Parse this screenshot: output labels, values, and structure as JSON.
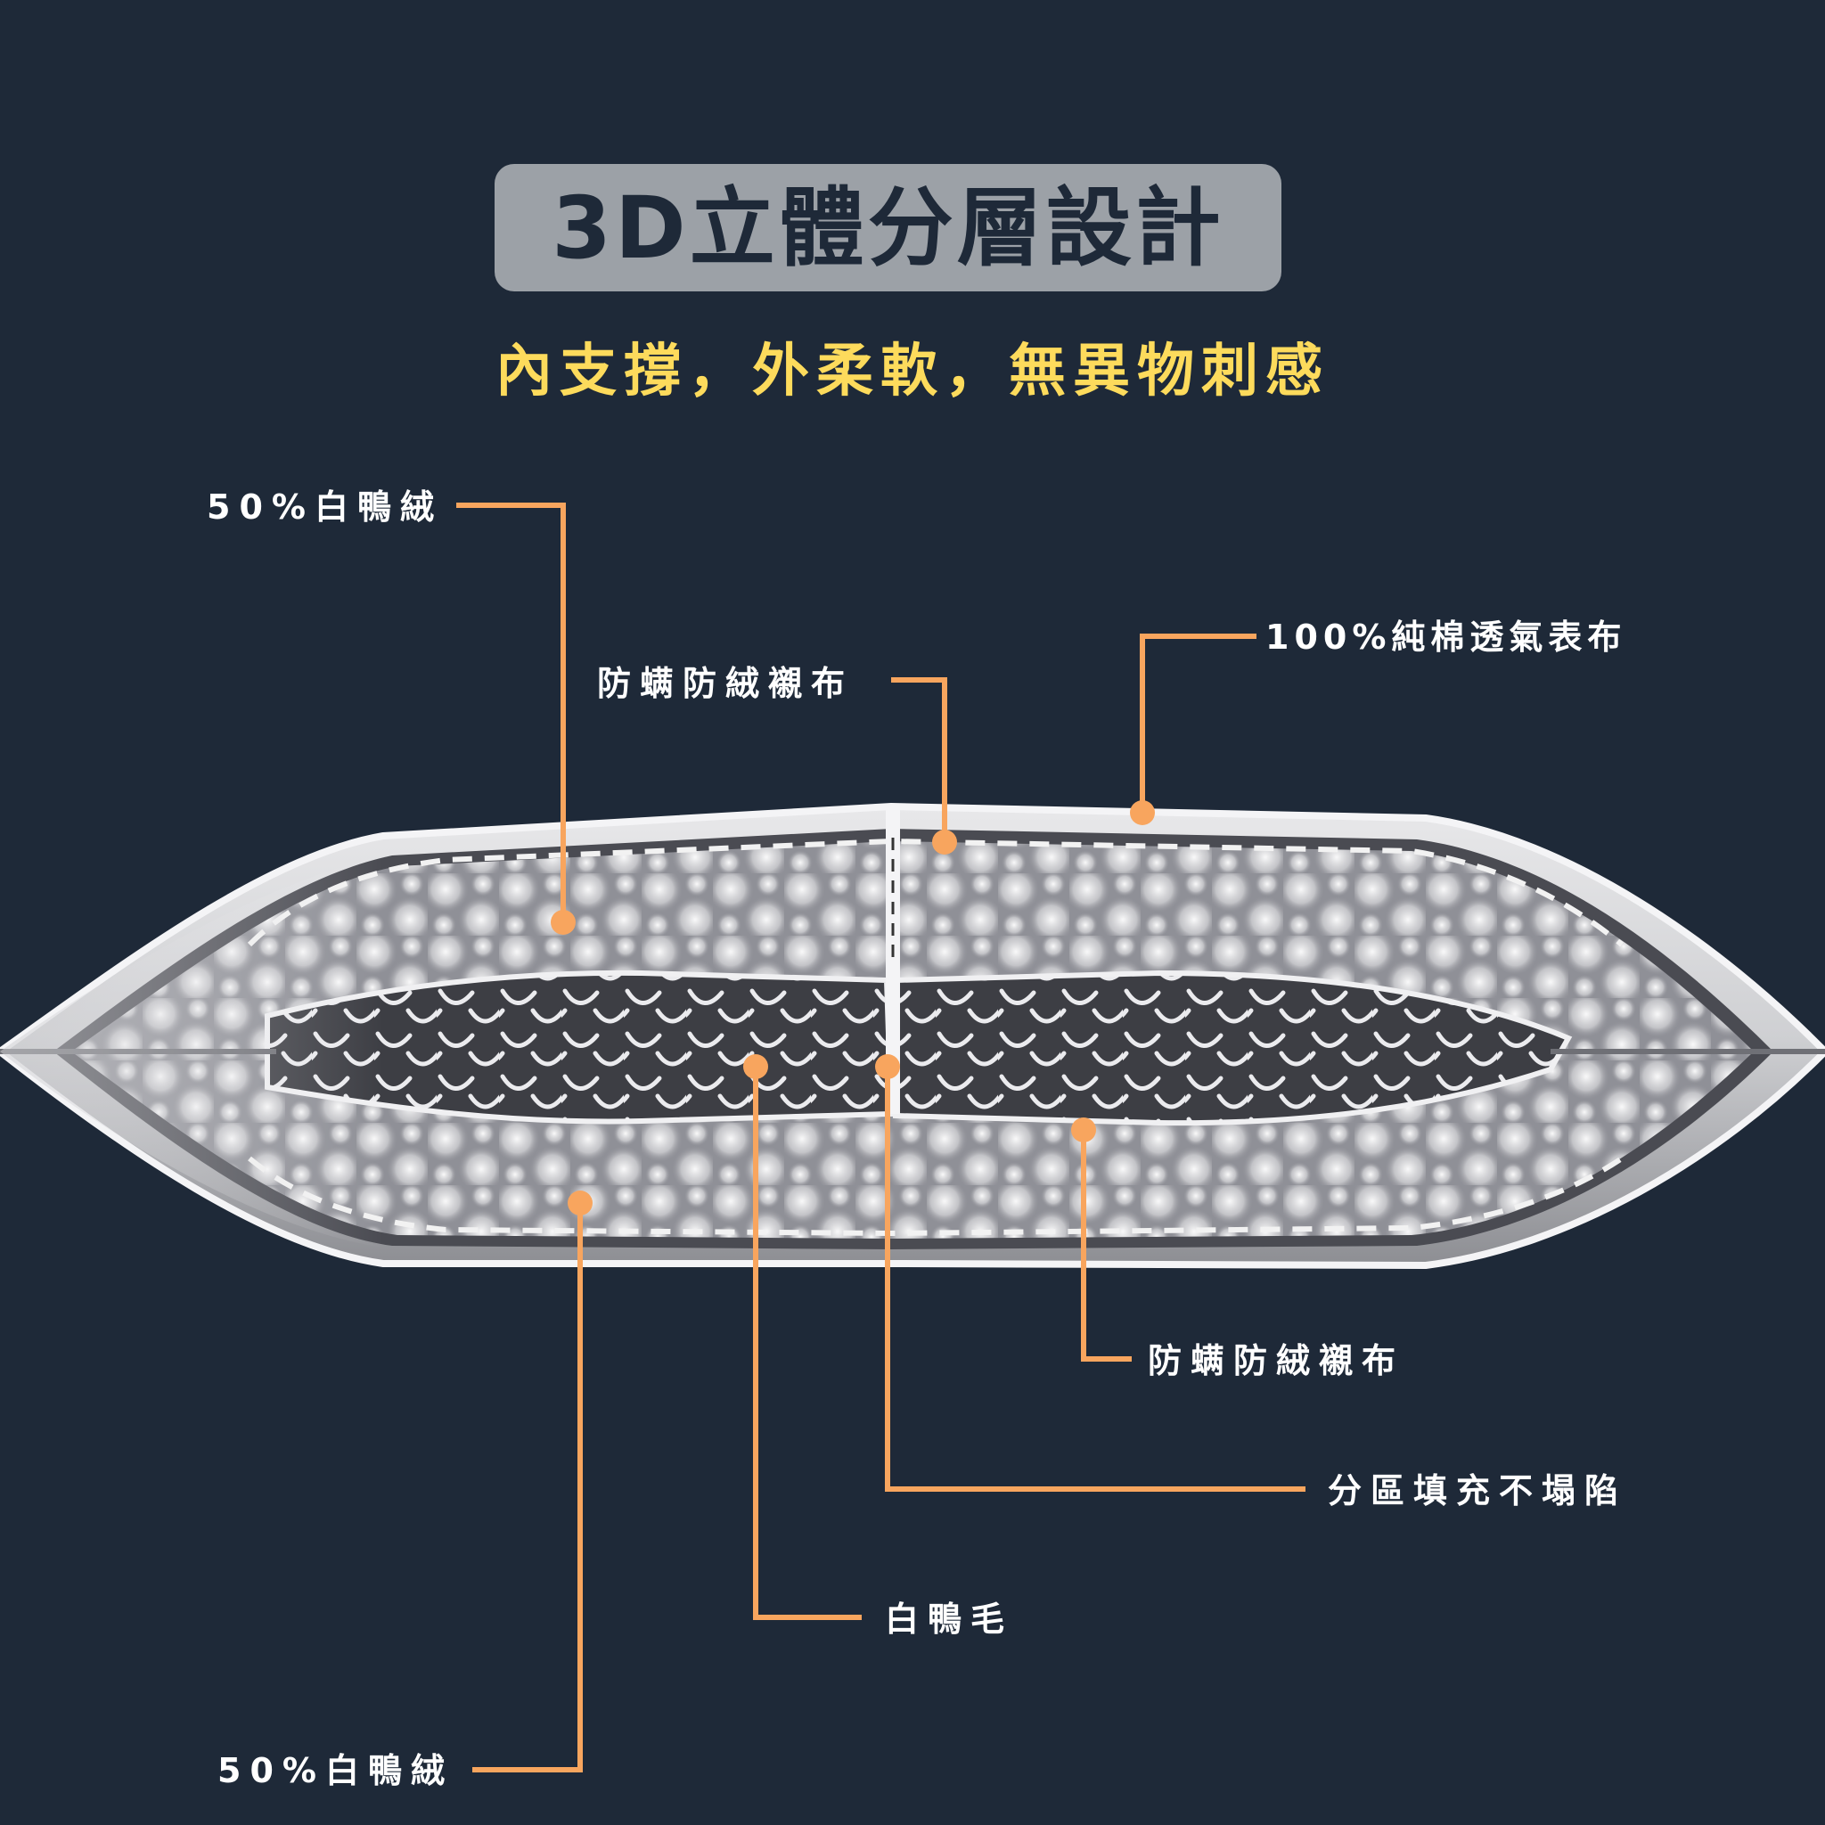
{
  "header": {
    "title": "3D立體分層設計",
    "subtitle": "內支撐，外柔軟，無異物刺感"
  },
  "colors": {
    "background": "#1e2938",
    "title_box": "#9ca1a7",
    "title_text": "#1e2938",
    "subtitle": "#fddb5c",
    "leader_line": "#f8a55e",
    "label_text": "#ffffff"
  },
  "diagram": {
    "subject": "pillow cross-section",
    "layers": [
      "outer cotton shell",
      "anti-mite down-proof lining",
      "white duck down layer (top)",
      "white duck feather core",
      "white duck down layer (bottom)"
    ],
    "callouts": [
      {
        "id": "top-left-down",
        "label": "50%白鴨絨"
      },
      {
        "id": "top-lining",
        "label": "防螨防絨襯布"
      },
      {
        "id": "outer-shell",
        "label": "100%純棉透氣表布"
      },
      {
        "id": "bottom-lining",
        "label": "防螨防絨襯布"
      },
      {
        "id": "partition",
        "label": "分區填充不塌陷"
      },
      {
        "id": "feather",
        "label": "白鴨毛"
      },
      {
        "id": "bottom-left-down",
        "label": "50%白鴨絨"
      }
    ]
  }
}
